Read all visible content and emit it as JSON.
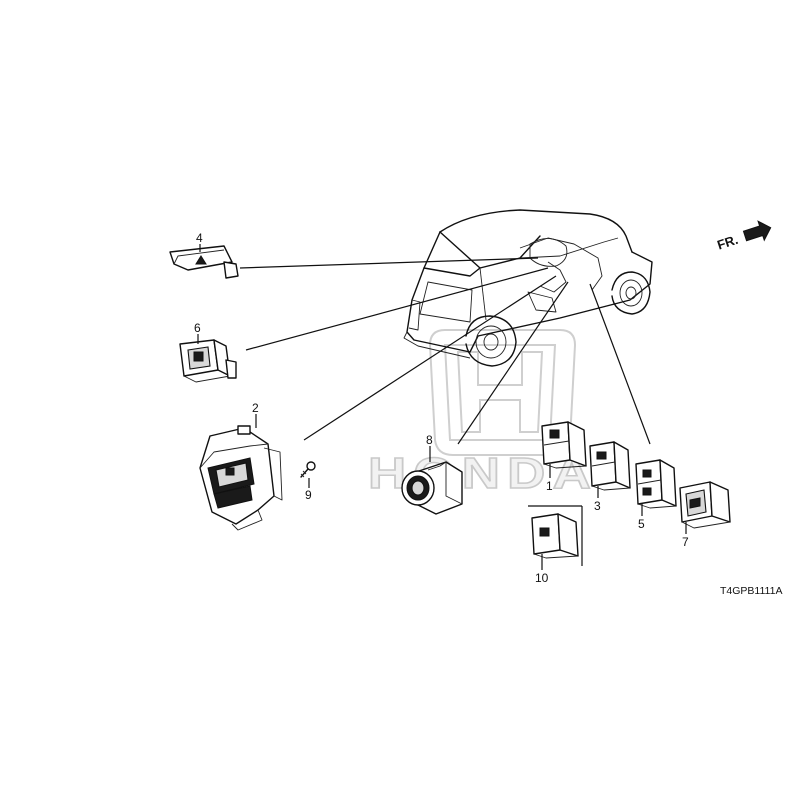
{
  "diagram": {
    "part_code": "T4GPB1111A",
    "direction_label": "FR.",
    "watermark_text": "HONDA",
    "callouts": [
      {
        "id": "1",
        "label": "1"
      },
      {
        "id": "2",
        "label": "2"
      },
      {
        "id": "3",
        "label": "3"
      },
      {
        "id": "4",
        "label": "4"
      },
      {
        "id": "5",
        "label": "5"
      },
      {
        "id": "6",
        "label": "6"
      },
      {
        "id": "7",
        "label": "7"
      },
      {
        "id": "8",
        "label": "8"
      },
      {
        "id": "9",
        "label": "9"
      },
      {
        "id": "10",
        "label": "10"
      }
    ]
  }
}
